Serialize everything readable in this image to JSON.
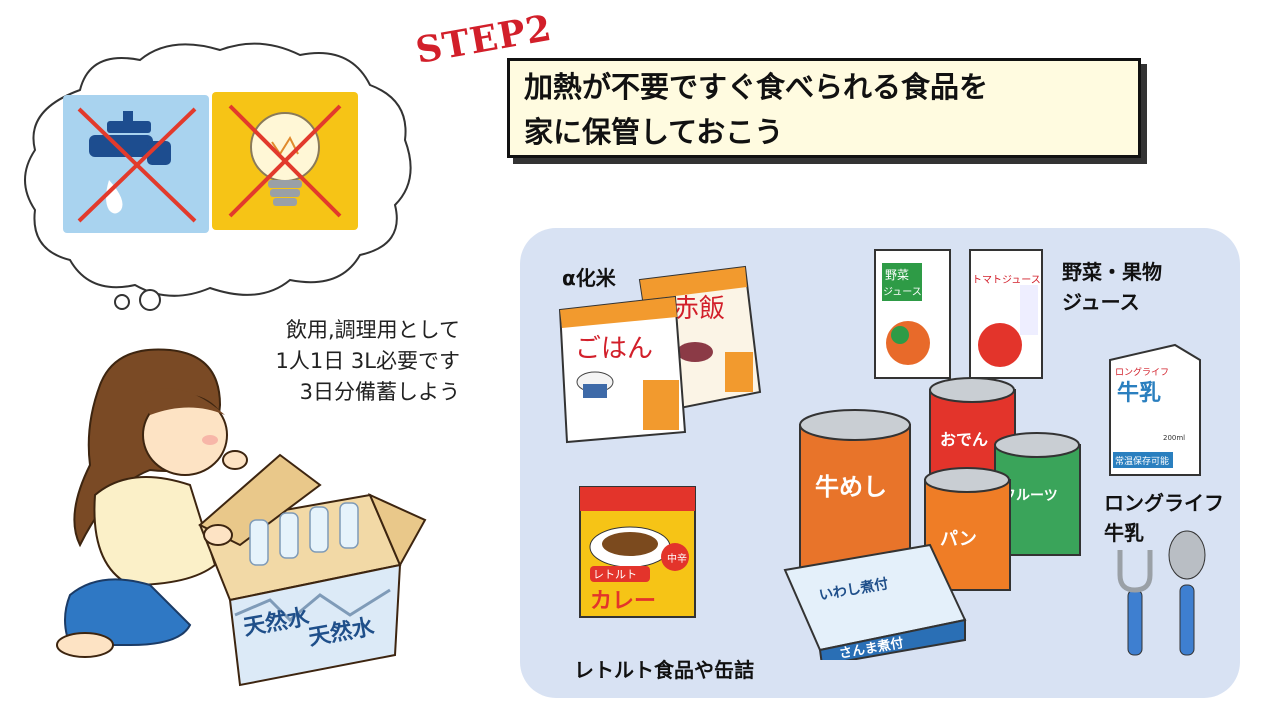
{
  "step_label": "STEP2",
  "headline": {
    "line1": "加熱が不要ですぐ食べられる食品を",
    "line2": "家に保管しておこう"
  },
  "water_note": {
    "line1": "飲用,調理用として",
    "line2": "1人1日 3L必要です",
    "line3": "3日分備蓄しよう"
  },
  "food_labels": {
    "rice": "α化米",
    "juice_line1": "野菜・果物",
    "juice_line2": "ジュース",
    "milk_line1": "ロングライフ",
    "milk_line2": "牛乳",
    "retort": "レトルト食品や缶詰"
  },
  "illustration_text": {
    "rice_bag": "ごはん",
    "sekihan_bag": "赤飯",
    "veg_juice_line1": "野菜",
    "veg_juice_line2": "ジュース",
    "tomato_juice": "トマトジュース",
    "milk_brand": "ロングライフ",
    "milk_name": "牛乳",
    "milk_volume": "200ml",
    "milk_note": "常温保存可能",
    "curry_top": "レトルト",
    "curry_name": "カレー",
    "curry_spice": "中辛",
    "can_gyumeshi": "牛めし",
    "can_oden": "おでん",
    "can_fruits": "フルーツ",
    "can_pan": "パン",
    "can_iwashi": "いわし煮付",
    "can_sanma": "さんま煮付",
    "box_label": "天然水"
  },
  "colors": {
    "accent_red": "#d21f2a",
    "panel_bg": "#d8e2f3",
    "headline_bg": "#fffbe0",
    "water_tile": "#a9d3ef",
    "power_tile": "#f6c416"
  },
  "icons": [
    "faucet-icon",
    "lightbulb-icon",
    "cross-mark-icon"
  ]
}
